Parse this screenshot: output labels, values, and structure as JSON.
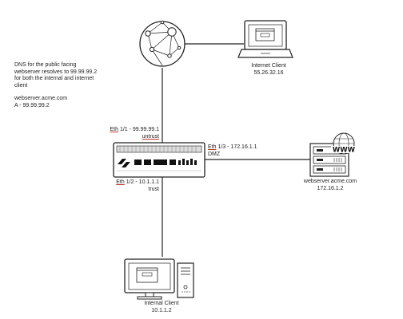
{
  "dns_note": {
    "line1": "DNS for the public facing",
    "line2": "webserver resolves to 99.99.99.2",
    "line3": "for both the internal and internet",
    "line4": "client",
    "record_name": "webserver.acme.com",
    "record_value": "A - 99.99.99.2"
  },
  "internet_client": {
    "name": "Internet Client",
    "ip": "55.26.32.16"
  },
  "webserver": {
    "name": "webserver.acme.com",
    "ip": "172.16.1.2",
    "badge": "WWW"
  },
  "internal_client": {
    "name": "Internal Client",
    "ip": "10.1.1.2"
  },
  "firewall": {
    "untrust": {
      "port": "Eth",
      "detail": "1/1 - 99.99.99.1",
      "zone": "untrust"
    },
    "dmz": {
      "port": "Eth",
      "detail": "1/3 - 172.16.1.1",
      "zone": "DMZ"
    },
    "trust": {
      "port": "Eth",
      "detail": "1/2 - 10.1.1.1",
      "zone": "trust"
    }
  }
}
